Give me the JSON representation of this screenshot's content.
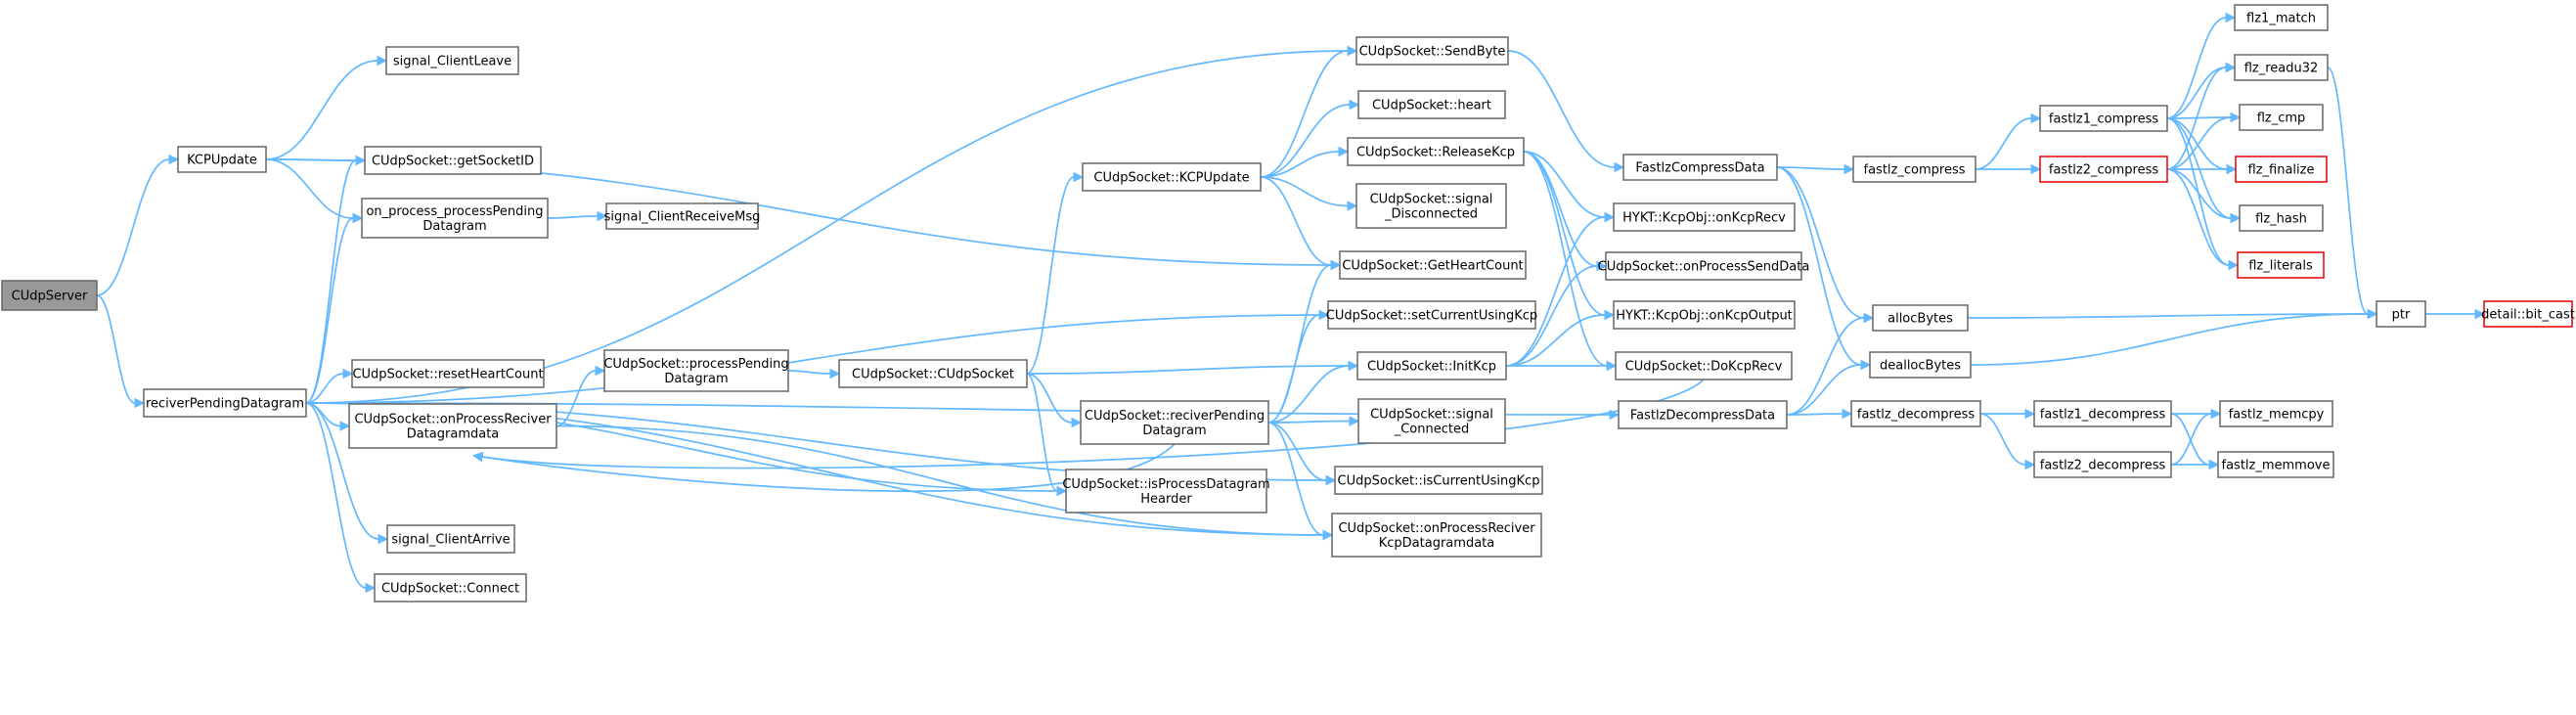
{
  "nodes": [
    {
      "id": "cudpserver",
      "label": [
        "CUdpServer"
      ],
      "root": true
    },
    {
      "id": "kcpupdate",
      "label": [
        "KCPUpdate"
      ]
    },
    {
      "id": "reciverpending",
      "label": [
        "reciverPendingDatagram"
      ]
    },
    {
      "id": "sig_leave",
      "label": [
        "signal_ClientLeave"
      ]
    },
    {
      "id": "getsocketid",
      "label": [
        "CUdpSocket::getSocketID"
      ]
    },
    {
      "id": "onprocpending",
      "label": [
        "on_process_processPending",
        "Datagram"
      ]
    },
    {
      "id": "sig_recvmsg",
      "label": [
        "signal_ClientReceiveMsg"
      ]
    },
    {
      "id": "resetheart",
      "label": [
        "CUdpSocket::resetHeartCount"
      ]
    },
    {
      "id": "onprocrecvdg",
      "label": [
        "CUdpSocket::onProcessReciver",
        "Datagramdata"
      ]
    },
    {
      "id": "procpending",
      "label": [
        "CUdpSocket::processPending",
        "Datagram"
      ]
    },
    {
      "id": "sig_arrive",
      "label": [
        "signal_ClientArrive"
      ]
    },
    {
      "id": "connect",
      "label": [
        "CUdpSocket::Connect"
      ]
    },
    {
      "id": "ctor",
      "label": [
        "CUdpSocket::CUdpSocket"
      ]
    },
    {
      "id": "s_kcpupdate",
      "label": [
        "CUdpSocket::KCPUpdate"
      ]
    },
    {
      "id": "s_recvpending",
      "label": [
        "CUdpSocket::reciverPending",
        "Datagram"
      ]
    },
    {
      "id": "isprochdr",
      "label": [
        "CUdpSocket::isProcessDatagram",
        "Hearder"
      ]
    },
    {
      "id": "sendbyte",
      "label": [
        "CUdpSocket::SendByte"
      ]
    },
    {
      "id": "heart",
      "label": [
        "CUdpSocket::heart"
      ]
    },
    {
      "id": "releasekcp",
      "label": [
        "CUdpSocket::ReleaseKcp"
      ]
    },
    {
      "id": "sig_disc",
      "label": [
        "CUdpSocket::signal",
        "_Disconnected"
      ]
    },
    {
      "id": "getheart",
      "label": [
        "CUdpSocket::GetHeartCount"
      ]
    },
    {
      "id": "setcurkcp",
      "label": [
        "CUdpSocket::setCurrentUsingKcp"
      ]
    },
    {
      "id": "initkcp",
      "label": [
        "CUdpSocket::InitKcp"
      ]
    },
    {
      "id": "sig_conn",
      "label": [
        "CUdpSocket::signal",
        "_Connected"
      ]
    },
    {
      "id": "iscurkcp",
      "label": [
        "CUdpSocket::isCurrentUsingKcp"
      ]
    },
    {
      "id": "onprocrecvkcp",
      "label": [
        "CUdpSocket::onProcessReciver",
        "KcpDatagramdata"
      ]
    },
    {
      "id": "fastlzcompdata",
      "label": [
        "FastlzCompressData"
      ]
    },
    {
      "id": "kcprecv",
      "label": [
        "HYKT::KcpObj::onKcpRecv"
      ]
    },
    {
      "id": "onprocsend",
      "label": [
        "CUdpSocket::onProcessSendData"
      ]
    },
    {
      "id": "kcpoutput",
      "label": [
        "HYKT::KcpObj::onKcpOutput"
      ]
    },
    {
      "id": "dokcprecv",
      "label": [
        "CUdpSocket::DoKcpRecv"
      ]
    },
    {
      "id": "fastlzdecompdata",
      "label": [
        "FastlzDecompressData"
      ]
    },
    {
      "id": "fastlz_compress",
      "label": [
        "fastlz_compress"
      ]
    },
    {
      "id": "allocbytes",
      "label": [
        "allocBytes"
      ]
    },
    {
      "id": "deallocbytes",
      "label": [
        "deallocBytes"
      ]
    },
    {
      "id": "fastlz_decompress",
      "label": [
        "fastlz_decompress"
      ]
    },
    {
      "id": "fastlz1_compress",
      "label": [
        "fastlz1_compress"
      ]
    },
    {
      "id": "fastlz2_compress",
      "label": [
        "fastlz2_compress"
      ],
      "hl": true
    },
    {
      "id": "fastlz1_decompress",
      "label": [
        "fastlz1_decompress"
      ]
    },
    {
      "id": "fastlz2_decompress",
      "label": [
        "fastlz2_decompress"
      ]
    },
    {
      "id": "flz1_match",
      "label": [
        "flz1_match"
      ]
    },
    {
      "id": "flz_readu32",
      "label": [
        "flz_readu32"
      ]
    },
    {
      "id": "flz_cmp",
      "label": [
        "flz_cmp"
      ]
    },
    {
      "id": "flz_finalize",
      "label": [
        "flz_finalize"
      ],
      "hl": true
    },
    {
      "id": "flz_hash",
      "label": [
        "flz_hash"
      ]
    },
    {
      "id": "flz_literals",
      "label": [
        "flz_literals"
      ],
      "hl": true
    },
    {
      "id": "fastlz_memcpy",
      "label": [
        "fastlz_memcpy"
      ]
    },
    {
      "id": "fastlz_memmove",
      "label": [
        "fastlz_memmove"
      ]
    },
    {
      "id": "ptr",
      "label": [
        "ptr"
      ]
    },
    {
      "id": "bitcast",
      "label": [
        "detail::bit_cast"
      ],
      "hl": true
    }
  ],
  "edges": [
    [
      "cudpserver",
      "kcpupdate"
    ],
    [
      "cudpserver",
      "reciverpending"
    ],
    [
      "kcpupdate",
      "sig_leave"
    ],
    [
      "kcpupdate",
      "getsocketid"
    ],
    [
      "kcpupdate",
      "onprocpending"
    ],
    [
      "kcpupdate",
      "getheart"
    ],
    [
      "onprocpending",
      "sig_recvmsg"
    ],
    [
      "reciverpending",
      "getsocketid"
    ],
    [
      "reciverpending",
      "onprocpending"
    ],
    [
      "reciverpending",
      "resetheart"
    ],
    [
      "reciverpending",
      "onprocrecvdg"
    ],
    [
      "reciverpending",
      "sig_arrive"
    ],
    [
      "reciverpending",
      "connect"
    ],
    [
      "reciverpending",
      "isprochdr"
    ],
    [
      "reciverpending",
      "sendbyte"
    ],
    [
      "reciverpending",
      "setcurkcp"
    ],
    [
      "reciverpending",
      "iscurkcp"
    ],
    [
      "reciverpending",
      "onprocrecvkcp"
    ],
    [
      "reciverpending",
      "fastlzdecompdata"
    ],
    [
      "onprocrecvdg",
      "procpending"
    ],
    [
      "onprocrecvdg",
      "onprocrecvkcp"
    ],
    [
      "procpending",
      "ctor"
    ],
    [
      "ctor",
      "s_kcpupdate"
    ],
    [
      "ctor",
      "s_recvpending"
    ],
    [
      "ctor",
      "isprochdr"
    ],
    [
      "ctor",
      "initkcp"
    ],
    [
      "s_kcpupdate",
      "sendbyte"
    ],
    [
      "s_kcpupdate",
      "heart"
    ],
    [
      "s_kcpupdate",
      "releasekcp"
    ],
    [
      "s_kcpupdate",
      "sig_disc"
    ],
    [
      "s_kcpupdate",
      "getheart"
    ],
    [
      "s_recvpending",
      "onprocrecvdg"
    ],
    [
      "s_recvpending",
      "getheart"
    ],
    [
      "s_recvpending",
      "setcurkcp"
    ],
    [
      "s_recvpending",
      "initkcp"
    ],
    [
      "s_recvpending",
      "sig_conn"
    ],
    [
      "s_recvpending",
      "iscurkcp"
    ],
    [
      "s_recvpending",
      "onprocrecvkcp"
    ],
    [
      "sendbyte",
      "fastlzcompdata"
    ],
    [
      "releasekcp",
      "kcprecv"
    ],
    [
      "releasekcp",
      "onprocsend"
    ],
    [
      "releasekcp",
      "kcpoutput"
    ],
    [
      "releasekcp",
      "dokcprecv"
    ],
    [
      "initkcp",
      "kcprecv"
    ],
    [
      "initkcp",
      "onprocsend"
    ],
    [
      "initkcp",
      "kcpoutput"
    ],
    [
      "initkcp",
      "dokcprecv"
    ],
    [
      "dokcprecv",
      "onprocrecvdg"
    ],
    [
      "fastlzcompdata",
      "fastlz_compress"
    ],
    [
      "fastlzcompdata",
      "allocbytes"
    ],
    [
      "fastlzcompdata",
      "deallocbytes"
    ],
    [
      "fastlzdecompdata",
      "allocbytes"
    ],
    [
      "fastlzdecompdata",
      "deallocbytes"
    ],
    [
      "fastlzdecompdata",
      "fastlz_decompress"
    ],
    [
      "fastlz_compress",
      "fastlz1_compress"
    ],
    [
      "fastlz_compress",
      "fastlz2_compress"
    ],
    [
      "fastlz1_compress",
      "flz1_match"
    ],
    [
      "fastlz1_compress",
      "flz_readu32"
    ],
    [
      "fastlz1_compress",
      "flz_cmp"
    ],
    [
      "fastlz1_compress",
      "flz_finalize"
    ],
    [
      "fastlz1_compress",
      "flz_hash"
    ],
    [
      "fastlz1_compress",
      "flz_literals"
    ],
    [
      "fastlz2_compress",
      "flz_readu32"
    ],
    [
      "fastlz2_compress",
      "flz_cmp"
    ],
    [
      "fastlz2_compress",
      "flz_finalize"
    ],
    [
      "fastlz2_compress",
      "flz_hash"
    ],
    [
      "fastlz2_compress",
      "flz_literals"
    ],
    [
      "fastlz_decompress",
      "fastlz1_decompress"
    ],
    [
      "fastlz_decompress",
      "fastlz2_decompress"
    ],
    [
      "fastlz1_decompress",
      "fastlz_memcpy"
    ],
    [
      "fastlz1_decompress",
      "fastlz_memmove"
    ],
    [
      "fastlz2_decompress",
      "fastlz_memcpy"
    ],
    [
      "fastlz2_decompress",
      "fastlz_memmove"
    ],
    [
      "flz_readu32",
      "ptr"
    ],
    [
      "allocbytes",
      "ptr"
    ],
    [
      "deallocbytes",
      "ptr"
    ],
    [
      "ptr",
      "bitcast"
    ]
  ]
}
